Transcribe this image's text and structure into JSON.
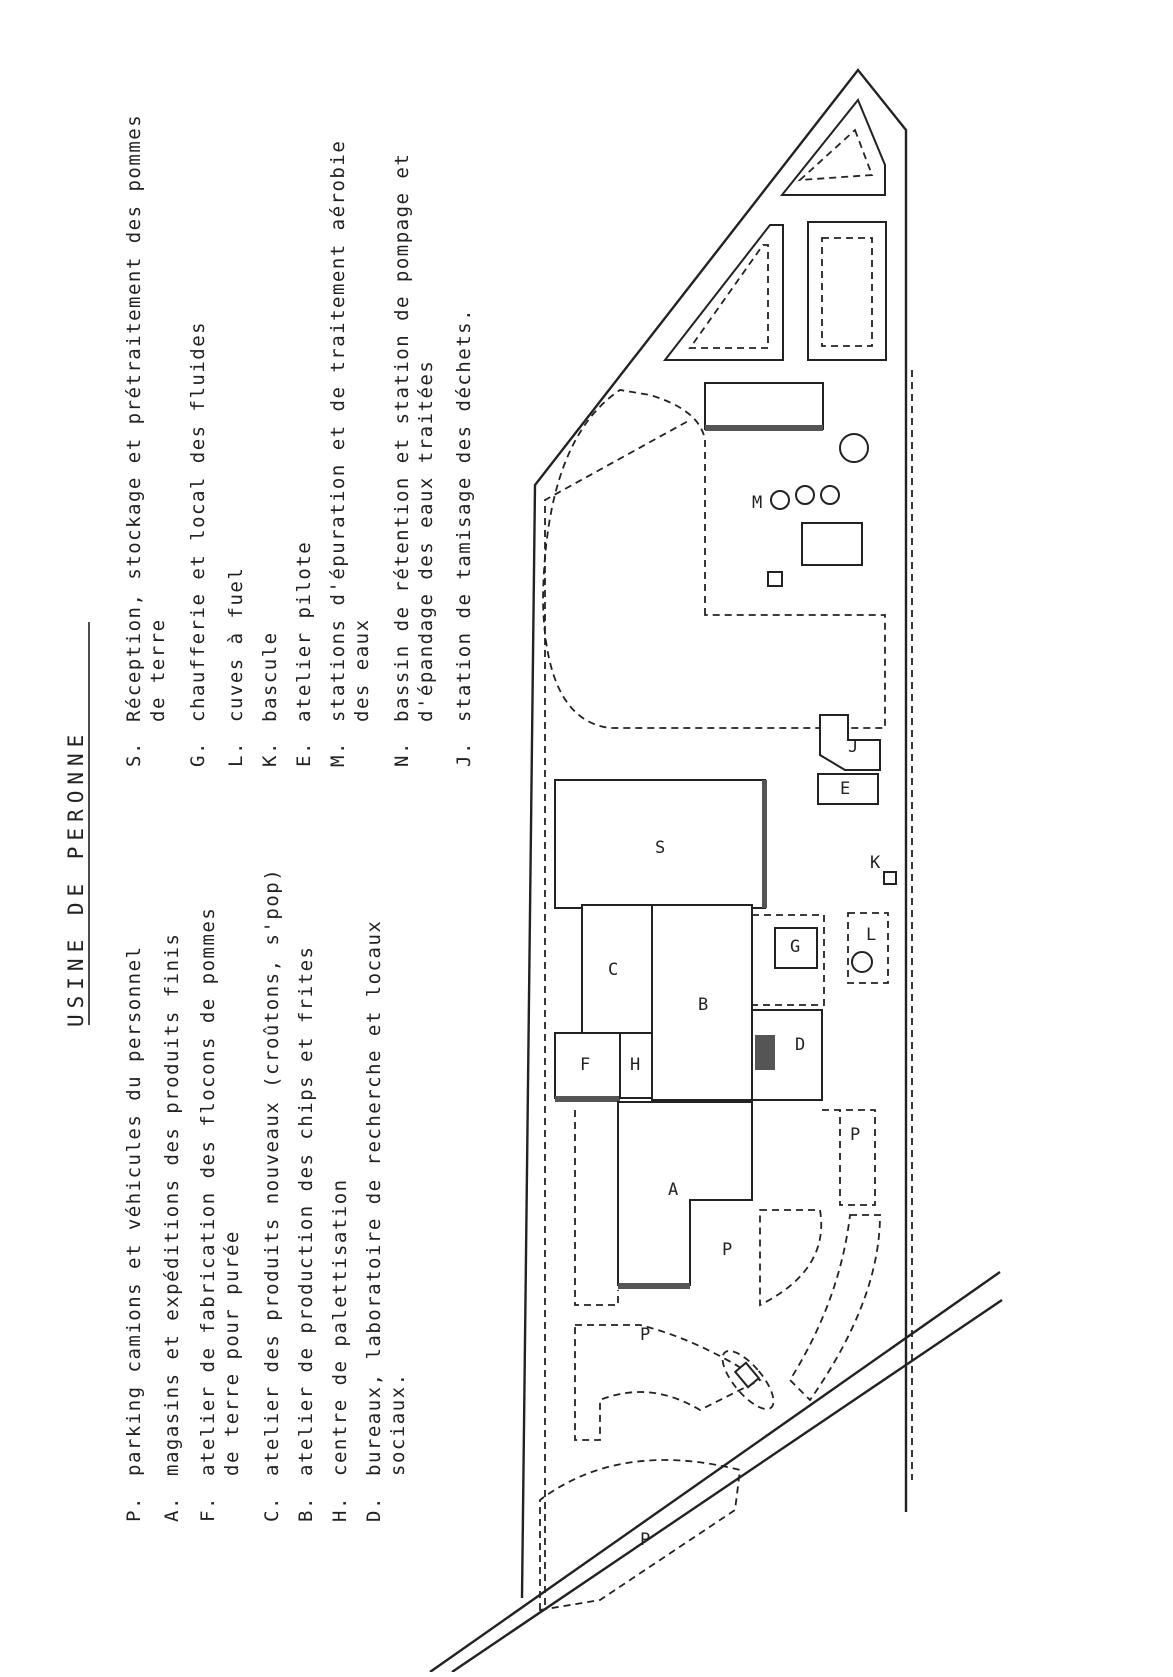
{
  "title": "USINE DE PERONNE",
  "legend_left": [
    {
      "code": "P.",
      "lines": [
        "parking camions et véhicules du personnel"
      ]
    },
    {
      "code": "A.",
      "lines": [
        "magasins et expéditions des produits finis"
      ]
    },
    {
      "code": "F.",
      "lines": [
        "atelier de fabrication des flocons de pommes",
        "de terre pour purée"
      ]
    },
    {
      "code": "C.",
      "lines": [
        "atelier des produits nouveaux (croûtons, s'pop)"
      ]
    },
    {
      "code": "B.",
      "lines": [
        "atelier de production des chips et frites"
      ]
    },
    {
      "code": "H.",
      "lines": [
        "centre de palettisation"
      ]
    },
    {
      "code": "D.",
      "lines": [
        "bureaux, laboratoire de recherche et locaux",
        "sociaux."
      ]
    }
  ],
  "legend_right": [
    {
      "code": "S.",
      "lines": [
        "Réception, stockage et prétraitement des pommes",
        "de terre"
      ]
    },
    {
      "code": "G.",
      "lines": [
        "chaufferie et local des fluides"
      ]
    },
    {
      "code": "L.",
      "lines": [
        "cuves à fuel"
      ]
    },
    {
      "code": "K.",
      "lines": [
        "bascule"
      ]
    },
    {
      "code": "E.",
      "lines": [
        "atelier pilote"
      ]
    },
    {
      "code": "M.",
      "lines": [
        "stations d'épuration et de traitement aérobie",
        "des eaux"
      ]
    },
    {
      "code": "N.",
      "lines": [
        "bassin de rétention et station de pompage et",
        "d'épandage des eaux traitées"
      ]
    },
    {
      "code": "J.",
      "lines": [
        "station de tamisage des déchets."
      ]
    }
  ],
  "map_labels": {
    "S": "S",
    "C": "C",
    "B": "B",
    "F": "F",
    "H": "H",
    "D": "D",
    "A": "A",
    "G": "G",
    "L": "L",
    "K": "K",
    "E": "E",
    "J": "J",
    "M": "M",
    "P": "P"
  }
}
